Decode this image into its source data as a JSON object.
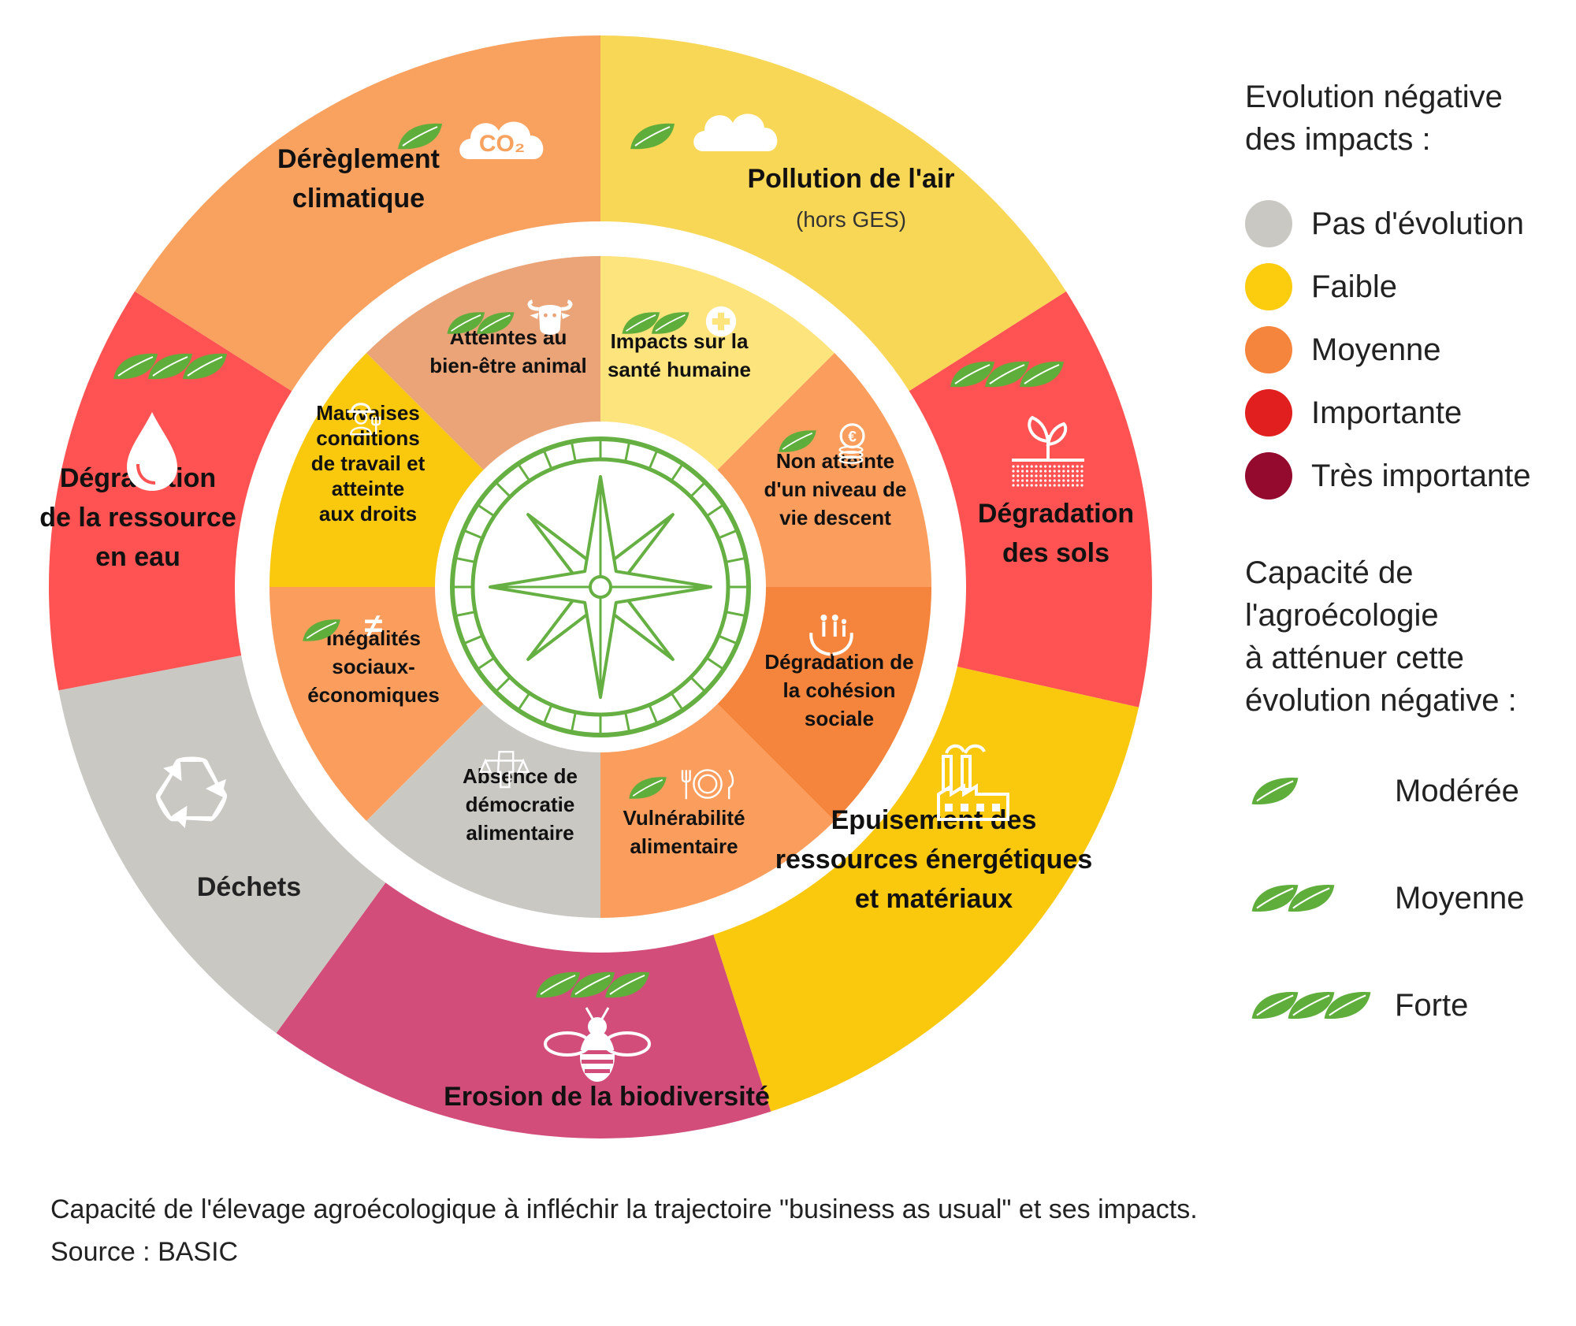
{
  "outer_segments": [
    {
      "id": "climat",
      "lines": [
        "Dérèglement",
        "climatique"
      ],
      "sub": "",
      "color": "#f9a15f",
      "leaves": 1,
      "icon": "co2-cloud-icon",
      "icon_text": "CO₂"
    },
    {
      "id": "air",
      "lines": [
        "Pollution de l'air"
      ],
      "sub": "(hors GES)",
      "color": "#f9d756",
      "leaves": 1,
      "icon": "cloud-icon",
      "icon_text": ""
    },
    {
      "id": "sols",
      "lines": [
        "Dégradation",
        "des sols"
      ],
      "sub": "",
      "color": "#ff5252",
      "leaves": 3,
      "icon": "sprout-icon",
      "icon_text": ""
    },
    {
      "id": "energie",
      "lines": [
        "Epuisement des",
        "ressources énergétiques",
        "et matériaux"
      ],
      "sub": "",
      "color": "#fac90e",
      "leaves": 0,
      "icon": "factory-icon",
      "icon_text": ""
    },
    {
      "id": "biodiversite",
      "lines": [
        "Erosion de la biodiversité"
      ],
      "sub": "",
      "color": "#d24d79",
      "leaves": 3,
      "icon": "bee-icon",
      "icon_text": ""
    },
    {
      "id": "dechets",
      "lines": [
        "Déchets"
      ],
      "sub": "",
      "color": "#c9c8c3",
      "leaves": 0,
      "icon": "recycle-icon",
      "icon_text": ""
    },
    {
      "id": "eau",
      "lines": [
        "Dégradation",
        "de la ressource",
        "en eau"
      ],
      "sub": "",
      "color": "#ff5252",
      "leaves": 3,
      "icon": "water-drop-icon",
      "icon_text": ""
    }
  ],
  "inner_segments": [
    {
      "id": "animal",
      "lines": [
        "Atteintes au",
        "bien-être animal"
      ],
      "color": "#eaa478",
      "leaves": 2,
      "icon": "cow-icon",
      "icon_text": ""
    },
    {
      "id": "sante",
      "lines": [
        "Impacts sur la",
        "santé humaine"
      ],
      "color": "#fde47d",
      "leaves": 2,
      "icon": "health-cross-icon",
      "icon_text": ""
    },
    {
      "id": "niveau",
      "lines": [
        "Non atteinte",
        "d'un niveau de",
        "vie descent"
      ],
      "color": "#fb9e5d",
      "leaves": 1,
      "icon": "euro-coins-icon",
      "icon_text": "€"
    },
    {
      "id": "cohesion",
      "lines": [
        "Dégradation de",
        "la cohésion",
        "sociale"
      ],
      "color": "#f5843c",
      "leaves": 0,
      "icon": "family-hands-icon",
      "icon_text": ""
    },
    {
      "id": "vulnerabilite",
      "lines": [
        "Vulnérabilité",
        "alimentaire"
      ],
      "color": "#fb9e5d",
      "leaves": 1,
      "icon": "plate-cutlery-icon",
      "icon_text": ""
    },
    {
      "id": "democratie",
      "lines": [
        "Absence de",
        "démocratie",
        "alimentaire"
      ],
      "color": "#c9c8c3",
      "leaves": 0,
      "icon": "fist-scales-icon",
      "icon_text": ""
    },
    {
      "id": "inegalites",
      "lines": [
        "Inégalités",
        "sociaux-",
        "économiques"
      ],
      "color": "#fb9e5d",
      "leaves": 1,
      "icon": "not-equal-icon",
      "icon_text": "≠"
    },
    {
      "id": "travail",
      "lines": [
        "Mauvaises",
        "conditions",
        "de travail et",
        "atteinte",
        "aux droits"
      ],
      "color": "#fac90e",
      "leaves": 0,
      "icon": "farmer-icon",
      "icon_text": ""
    }
  ],
  "center_icon": "compass-icon",
  "legend": {
    "impacts_title": [
      "Evolution négative",
      "des impacts :"
    ],
    "impacts": [
      {
        "label": "Pas d'évolution",
        "color": "#c9c8c3"
      },
      {
        "label": "Faible",
        "color": "#fccc0e"
      },
      {
        "label": "Moyenne",
        "color": "#f5843c"
      },
      {
        "label": "Importante",
        "color": "#e21f1f"
      },
      {
        "label": "Très importante",
        "color": "#930a2e"
      }
    ],
    "capacity_title": [
      "Capacité de",
      "l'agroécologie",
      "à atténuer cette",
      "évolution négative :"
    ],
    "capacity": [
      {
        "label": "Modérée",
        "leaves": 1
      },
      {
        "label": "Moyenne",
        "leaves": 2
      },
      {
        "label": "Forte",
        "leaves": 3
      }
    ]
  },
  "caption": {
    "line1": "Capacité de l'élevage agroécologique à infléchir la trajectoire \"business as usual\" et ses impacts.",
    "line2": "Source : BASIC"
  },
  "colors": {
    "leaf": "#5fae3c",
    "leaf_dark": "#3f8a28",
    "compass": "#66b043",
    "ring_white": "#ffffff"
  }
}
